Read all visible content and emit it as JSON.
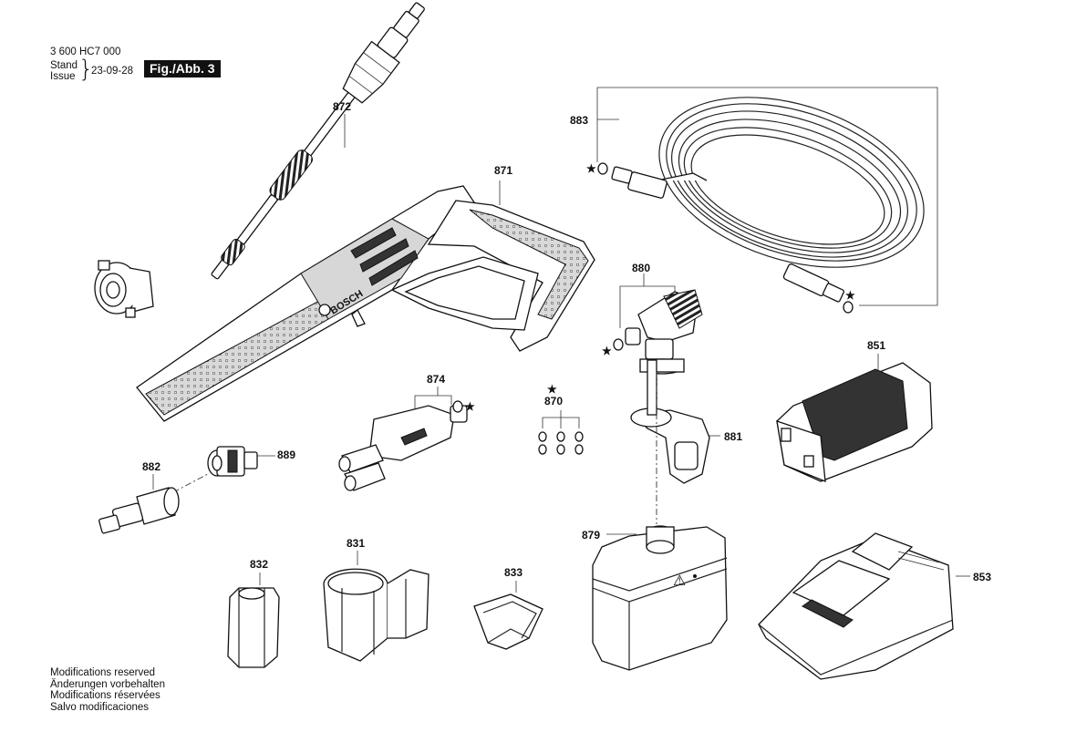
{
  "header": {
    "doc_number": "3 600 HC7 000",
    "stand_label": "Stand",
    "issue_label": "Issue",
    "brace": "}",
    "date": "23-09-28",
    "figure_label": "Fig./Abb. 3"
  },
  "footer": {
    "lines": [
      "Modifications reserved",
      "Änderungen vorbehalten",
      "Modifications réservées",
      "Salvo modificaciones"
    ]
  },
  "parts": {
    "p872": "872",
    "p871": "871",
    "p883": "883",
    "p880": "880",
    "p874": "874",
    "p870": "870",
    "p881": "881",
    "p851": "851",
    "p882": "882",
    "p889": "889",
    "p879": "879",
    "p853": "853",
    "p832": "832",
    "p831": "831",
    "p833": "833"
  },
  "markers": {
    "star": "★",
    "gun_brand": "BOSCH"
  }
}
